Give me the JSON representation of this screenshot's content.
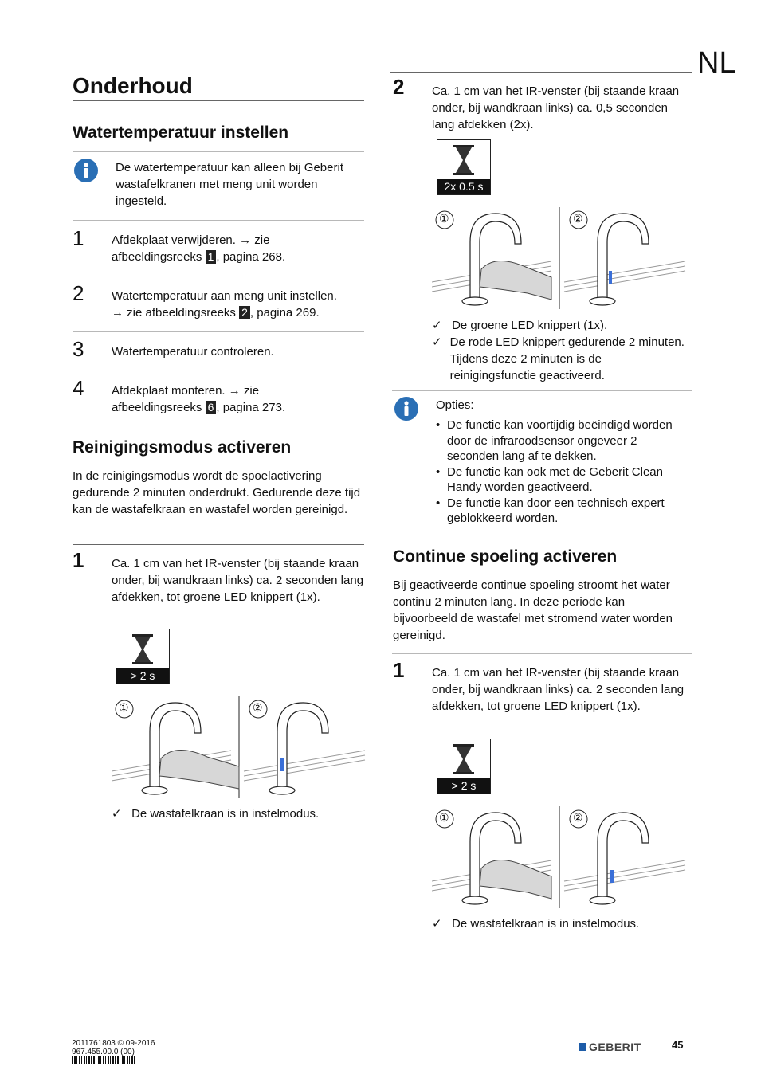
{
  "lang": "NL",
  "left": {
    "title": "Onderhoud",
    "section1": {
      "heading": "Watertemperatuur instellen",
      "info": "De watertemperatuur kan alleen bij Geberit wastafelkranen met meng unit worden ingesteld.",
      "steps": [
        {
          "num": "1",
          "line1": "Afdekplaat verwijderen. → zie",
          "line2a": "afbeeldingsreeks ",
          "ref": "1",
          "line2b": ", pagina 268."
        },
        {
          "num": "2",
          "line1": "Watertemperatuur aan meng unit instellen.",
          "line2a": "→ zie afbeeldingsreeks ",
          "ref": "2",
          "line2b": ", pagina 269."
        },
        {
          "num": "3",
          "line1": "Watertemperatuur controleren."
        },
        {
          "num": "4",
          "line1": "Afdekplaat monteren. → zie",
          "line2a": "afbeeldingsreeks ",
          "ref": "6",
          "line2b": ", pagina 273."
        }
      ]
    },
    "section2": {
      "heading": "Reinigingsmodus activeren",
      "intro": "In de reinigingsmodus wordt de spoelactivering gedurende 2 minuten onderdrukt. Gedurende deze tijd kan de wastafelkraan en wastafel worden gereinigd.",
      "step1": {
        "num": "1",
        "text": "Ca. 1 cm van het IR-venster (bij staande kraan onder, bij wandkraan links) ca. 2 seconden lang afdekken, tot groene LED knippert (1x).",
        "timer": "> 2 s",
        "result": "De wastafelkraan is in instelmodus."
      }
    }
  },
  "right": {
    "step2": {
      "num": "2",
      "text": "Ca. 1 cm van het IR-venster (bij staande kraan onder, bij wandkraan links) ca. 0,5 seconden lang afdekken (2x).",
      "timer": "2x 0.5 s",
      "results": [
        "De groene LED knippert (1x).",
        "De rode LED knippert gedurende 2 minuten. Tijdens deze 2 minuten is de reinigingsfunctie geactiveerd."
      ]
    },
    "options": {
      "title": "Opties:",
      "items": [
        "De functie kan voortijdig beëindigd worden door de infraroodsensor ongeveer 2 seconden lang af te dekken.",
        "De functie kan ook met de Geberit Clean Handy worden geactiveerd.",
        "De functie kan door een technisch expert geblokkeerd worden."
      ]
    },
    "section3": {
      "heading": "Continue spoeling activeren",
      "intro": "Bij geactiveerde continue spoeling stroomt het water continu 2 minuten lang. In deze periode kan bijvoorbeeld de wastafel met stromend water worden gereinigd.",
      "step1": {
        "num": "1",
        "text": "Ca. 1 cm van het IR-venster (bij staande kraan onder, bij wandkraan links) ca. 2 seconden lang afdekken, tot groene LED knippert (1x).",
        "timer": "> 2 s",
        "result": "De wastafelkraan is in instelmodus."
      }
    }
  },
  "illustration_labels": [
    "①",
    "②"
  ],
  "footer": {
    "doc_id": "2011761803 © 09-2016",
    "barcode": "967.455.00.0 (00)",
    "brand": "GEBERIT",
    "page": "45"
  },
  "colors": {
    "info": "#2a6fb5",
    "led": "#3a6fd8"
  }
}
